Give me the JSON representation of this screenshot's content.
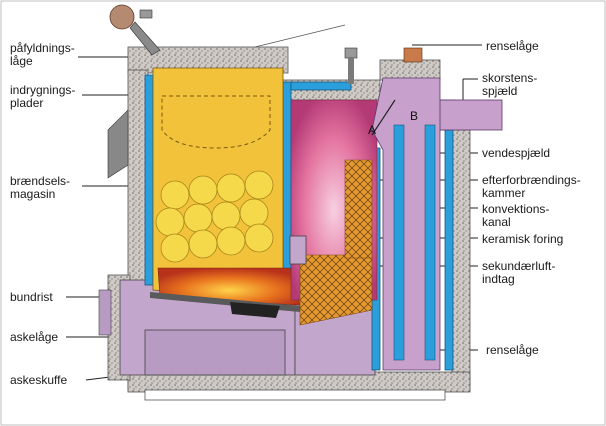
{
  "labels": {
    "left": [
      {
        "key": "fill_door",
        "lines": [
          "påfyldnings-",
          "låge"
        ]
      },
      {
        "key": "drying_plates",
        "lines": [
          "indrygnings-",
          "plader"
        ]
      },
      {
        "key": "fuel_magazine",
        "lines": [
          "brændsels-",
          "magasin"
        ]
      },
      {
        "key": "bottom_grate",
        "lines": [
          "bundrist"
        ]
      },
      {
        "key": "ash_door",
        "lines": [
          "askelåge"
        ]
      },
      {
        "key": "ash_drawer",
        "lines": [
          "askeskuffe"
        ]
      }
    ],
    "right": [
      {
        "key": "clean_door_top",
        "lines": [
          "renselåge"
        ]
      },
      {
        "key": "chimney_damper",
        "lines": [
          "skorstens-",
          "spjæld"
        ]
      },
      {
        "key": "reversing_damper",
        "lines": [
          "vendespjæld"
        ]
      },
      {
        "key": "afterburn_chamber",
        "lines": [
          "efterforbrændings-",
          "kammer"
        ]
      },
      {
        "key": "convection_channel",
        "lines": [
          "konvektions-",
          "kanal"
        ]
      },
      {
        "key": "ceramic_lining",
        "lines": [
          "keramisk foring"
        ]
      },
      {
        "key": "secondary_air",
        "lines": [
          "sekundærluft-",
          "indtag"
        ]
      },
      {
        "key": "clean_door_bottom",
        "lines": [
          "renselåge"
        ]
      }
    ]
  },
  "markers": {
    "a": "A",
    "b": "B"
  },
  "colors": {
    "insulation": "#cfcac6",
    "water_jacket": "#2a9fdc",
    "magazine": "#f2c23a",
    "steel_purple": "#c3a6cc",
    "flue_purple": "#c8a0cc",
    "flame_pink": "#e4739f",
    "ceramic": "#e59a2e",
    "fire_red": "#d94a1e"
  }
}
